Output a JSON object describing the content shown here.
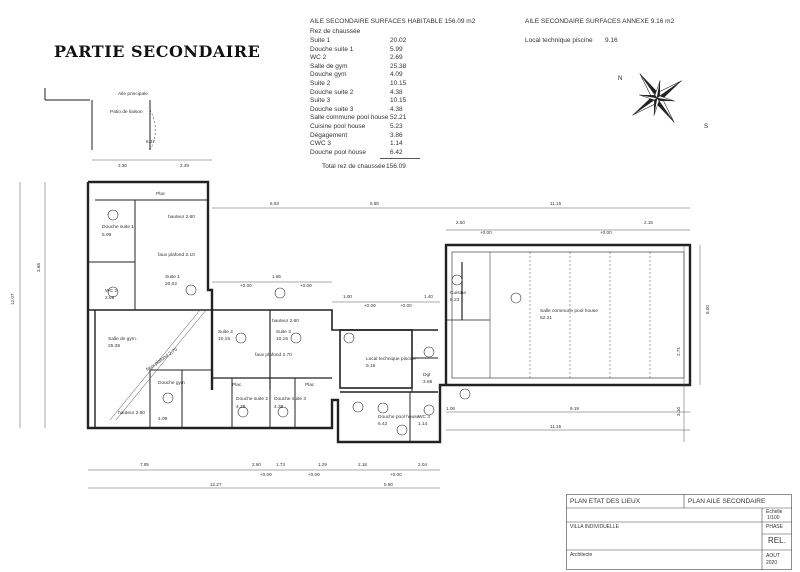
{
  "title": "PARTIE SECONDAIRE",
  "habitable": {
    "header": "AILE SECONDAIRE SURFACES HABITABLE  156.09 m2",
    "level": "Rez de chaussée",
    "rows": [
      {
        "label": "Suite 1",
        "value": "20.02"
      },
      {
        "label": "Douche suite 1",
        "value": "5.99"
      },
      {
        "label": "WC 2",
        "value": "2.69"
      },
      {
        "label": "Salle de gym",
        "value": "25.38"
      },
      {
        "label": "Douche gym",
        "value": "4.09"
      },
      {
        "label": "Suite 2",
        "value": "10.15"
      },
      {
        "label": "Douche suite 2",
        "value": "4.38"
      },
      {
        "label": "Suite 3",
        "value": "10.15"
      },
      {
        "label": "Douche suite 3",
        "value": "4.38"
      },
      {
        "label": "Salle commune pool house",
        "value": "52.21"
      },
      {
        "label": "Cuisine pool house",
        "value": "5.23"
      },
      {
        "label": "Dégagement",
        "value": "3.86"
      },
      {
        "label": "CWC 3",
        "value": "1.14"
      },
      {
        "label": "Douche pool house",
        "value": "6.42"
      }
    ],
    "total_label": "Total rez de chaussée",
    "total_value": "156.09"
  },
  "annexe": {
    "header": "AILE SECONDAIRE SURFACES ANNEXE  9.16 m2",
    "rows": [
      {
        "label": "Local technique piscine",
        "value": "9.16"
      }
    ]
  },
  "rooms": {
    "douche_suite1": "Douche suite 1",
    "douche_suite1_area": "5.99",
    "suite1": "Suite 1",
    "suite1_area": "20.02",
    "wc2": "WC 2",
    "wc2_area": "2.69",
    "gym": "Salle de gym.",
    "gym_area": "25.38",
    "douche_gym": "Douche gym",
    "douche_gym_area": "4.09",
    "suite2": "Suite 2",
    "suite2_area": "10.15",
    "suite3": "Suite 3",
    "suite3_area": "10.15",
    "douche_suite2": "Douche suite 2",
    "douche_suite2_area": "4.38",
    "douche_suite3": "Douche suite 3",
    "douche_suite3_area": "4.38",
    "local_tech": "Local technique piscine",
    "local_tech_area": "9.16",
    "cuisine": "Cuisine",
    "cuisine_area": "5.23",
    "salle_commune": "Salle commune pool house",
    "salle_commune_area": "52.21",
    "deg": "Dgt",
    "deg_area": "3.86",
    "douche_pool": "Douche pool house",
    "douche_pool_area": "6.42",
    "wc3": "WC 3",
    "wc3_area": "1.14",
    "aile_principale": "Aile principale",
    "patio": "Patio de liaison",
    "plac1": "Plac",
    "plac2": "Plac",
    "plac3": "Plac",
    "h1": "hauteur 2.60",
    "h2": "hauteur 2.60",
    "h3": "hauteur 2.60",
    "plafond1": "faux plafond 2.10",
    "plafond2": "faux plafond 2.70",
    "plafond3": "faux plafond 2.70"
  },
  "dims": {
    "d1": "3.30",
    "d2": "2.49",
    "d3": "6.37",
    "d4": "6.93",
    "d5": "5.80",
    "d6": "11.15",
    "d7": "2.50",
    "d8": "2.15",
    "d9": "1.65",
    "d10": "1.00",
    "d11": "1.40",
    "d12": "7.85",
    "d13": "2.60",
    "d14": "1.73",
    "d15": "1.29",
    "d16": "2.18",
    "d17": "2.04",
    "d18": "12.27",
    "d19": "5.80",
    "d20": "9.19",
    "d21": "11.15",
    "d22": "12.07",
    "d23": "8.00",
    "d24": "3.68",
    "d25": "2.71",
    "d26": "3.10",
    "d27": "1.06",
    "lvl1": "+0.00",
    "lvl2": "+0.00",
    "lvl3": "+0.00",
    "lvl4": "+0.00",
    "lvl5": "+0.00",
    "lvl6": "+0.00",
    "lvl7": "+0.00",
    "lvl8": "+0.00",
    "lvl9": "+0.00"
  },
  "cartouche": {
    "plan_title": "PLAN ETAT DES LIEUX",
    "plan_subtitle": "PLAN AILE SECONDAIRE",
    "echelle_label": "Echelle",
    "echelle_value": "1/100",
    "project": "VILLA INDIVIDUELLE",
    "phase_label": "PHASE",
    "phase_value": "REL.",
    "architect_label": "Architecte",
    "date_label": "AOUT",
    "date_value": "2020"
  },
  "compass": {
    "n": "N",
    "s": "S"
  }
}
